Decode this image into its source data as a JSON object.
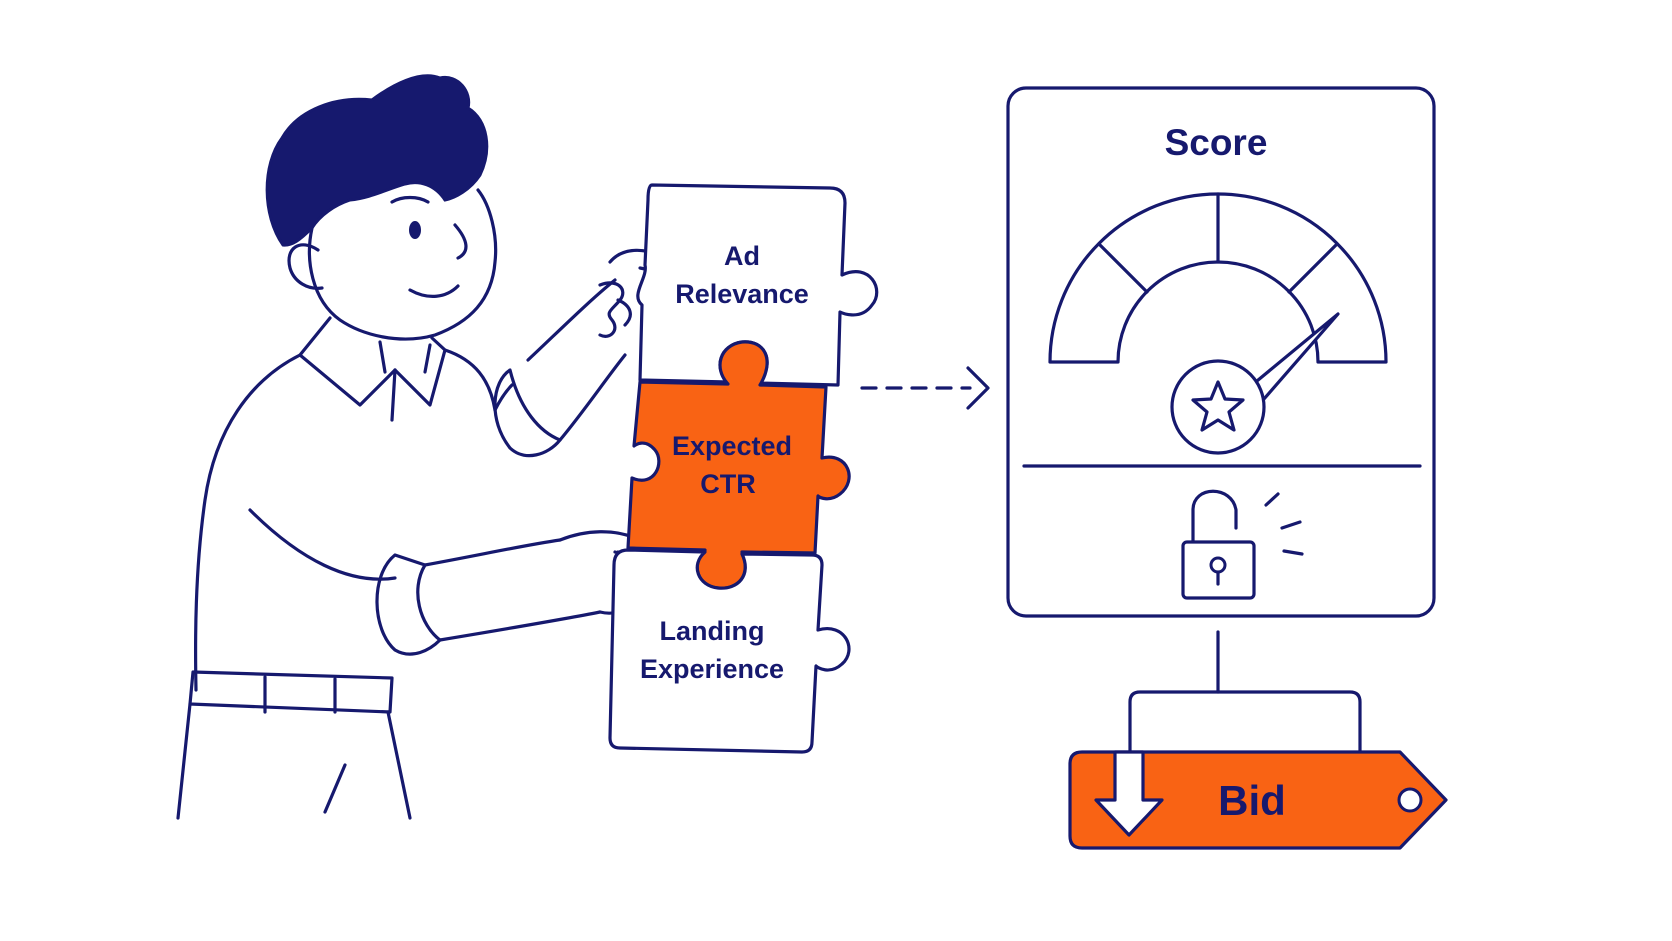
{
  "puzzle": {
    "top_line1": "Ad",
    "top_line2": "Relevance",
    "middle_line1": "Expected",
    "middle_line2": "CTR",
    "bottom_line1": "Landing",
    "bottom_line2": "Experience"
  },
  "score_panel": {
    "title": "Score"
  },
  "bid_tag": {
    "label": "Bid"
  },
  "colors": {
    "ink": "#16196e",
    "accent": "#f96314",
    "background": "#ffffff"
  }
}
